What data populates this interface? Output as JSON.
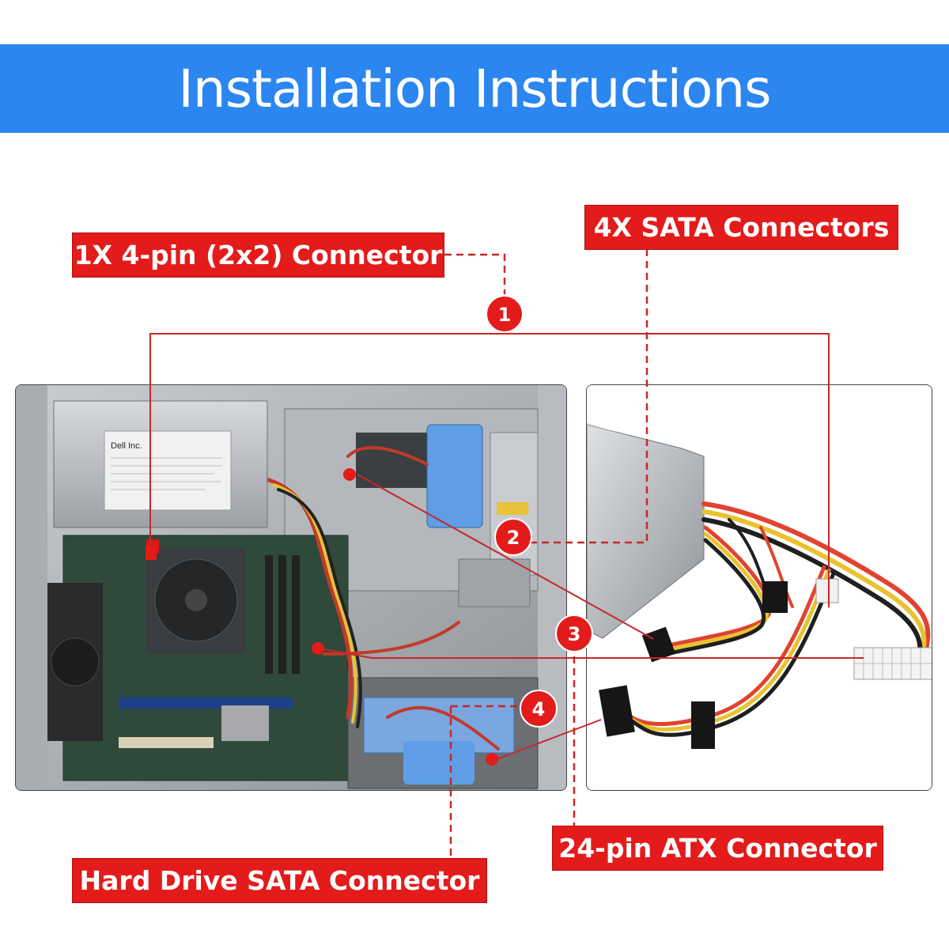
{
  "header": {
    "title": "Installation Instructions"
  },
  "callouts": [
    {
      "id": "1",
      "label": "1X 4-pin (2x2) Connector"
    },
    {
      "id": "2",
      "label": "4X SATA Connectors"
    },
    {
      "id": "3",
      "label": "24-pin ATX Connector"
    },
    {
      "id": "4",
      "label": "Hard Drive SATA Connector"
    }
  ],
  "photo_text": {
    "psu_brand": "Dell Inc."
  },
  "colors": {
    "banner": "#2b86f0",
    "label_bg": "#e31b1b",
    "badge": "#e31b1b",
    "leader": "#c62828"
  }
}
